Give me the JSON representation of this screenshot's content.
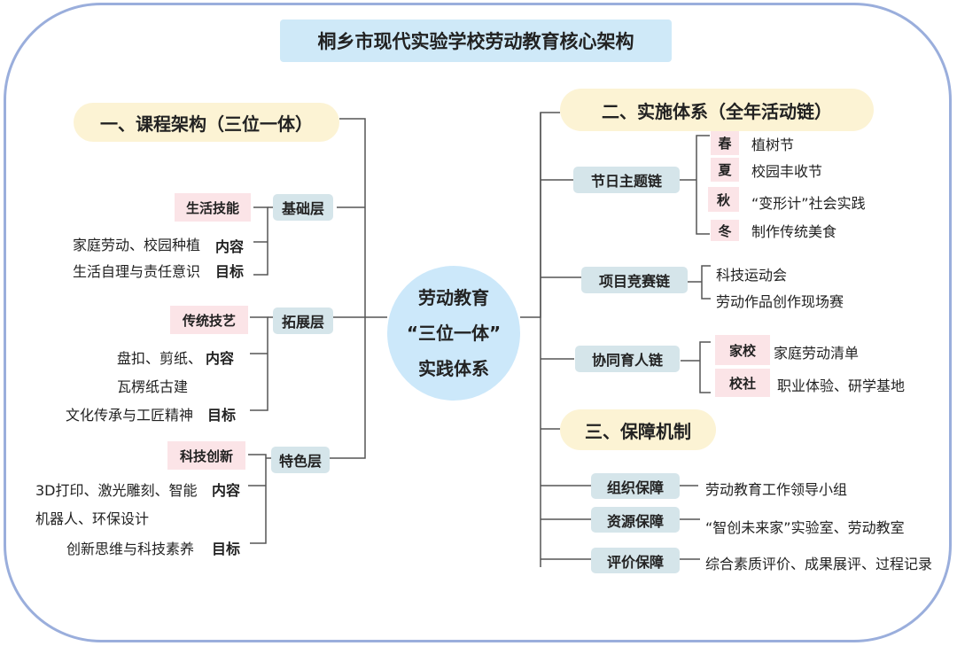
{
  "title": "桐乡市现代实验学校劳动教育核心架构",
  "center": [
    "劳动教育",
    "“三位一体”",
    "实践体系"
  ],
  "left": {
    "heading": "一、课程架构（三位一体）",
    "layers": [
      {
        "name": "基础层",
        "tag": "生活技能",
        "content_label": "内容",
        "content": [
          "家庭劳动、校园种植"
        ],
        "goal_label": "目标",
        "goal": "生活自理与责任意识"
      },
      {
        "name": "拓展层",
        "tag": "传统技艺",
        "content_label": "内容",
        "content": [
          "盘扣、剪纸、",
          "瓦楞纸古建"
        ],
        "goal_label": "目标",
        "goal": "文化传承与工匠精神"
      },
      {
        "name": "特色层",
        "tag": "科技创新",
        "content_label": "内容",
        "content": [
          "3D打印、激光雕刻、智能",
          "机器人、环保设计"
        ],
        "goal_label": "目标",
        "goal": "创新思维与科技素养"
      }
    ]
  },
  "right": {
    "heading": "二、实施体系（全年活动链）",
    "festival": {
      "name": "节日主题链",
      "items": [
        {
          "season": "春",
          "text": "植树节"
        },
        {
          "season": "夏",
          "text": "校园丰收节"
        },
        {
          "season": "秋",
          "text": "“变形计”社会实践"
        },
        {
          "season": "冬",
          "text": "制作传统美食"
        }
      ]
    },
    "competition": {
      "name": "项目竞赛链",
      "items": [
        "科技运动会",
        "劳动作品创作现场赛"
      ]
    },
    "collab": {
      "name": "协同育人链",
      "items": [
        {
          "tag": "家校",
          "text": "家庭劳动清单"
        },
        {
          "tag": "校社",
          "text": "职业体验、研学基地"
        }
      ]
    },
    "guarantee_heading": "三、保障机制",
    "guarantees": [
      {
        "name": "组织保障",
        "text": "劳动教育工作领导小组"
      },
      {
        "name": "资源保障",
        "text": "“智创未来家”实验室、劳动教室"
      },
      {
        "name": "评价保障",
        "text": "综合素质评价、成果展评、过程记录"
      }
    ]
  }
}
